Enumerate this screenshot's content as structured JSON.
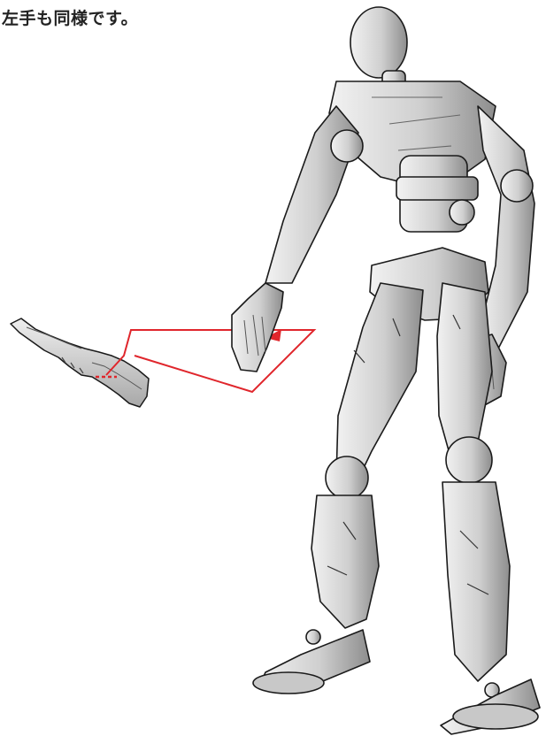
{
  "caption": "左手も同様です。",
  "colors": {
    "accent_line": "#e0262c",
    "figure_fill": "#d4d4d4",
    "figure_stroke": "#1a1a1a"
  },
  "icons": [
    "knife-part",
    "action-figure",
    "callout-arrow"
  ]
}
